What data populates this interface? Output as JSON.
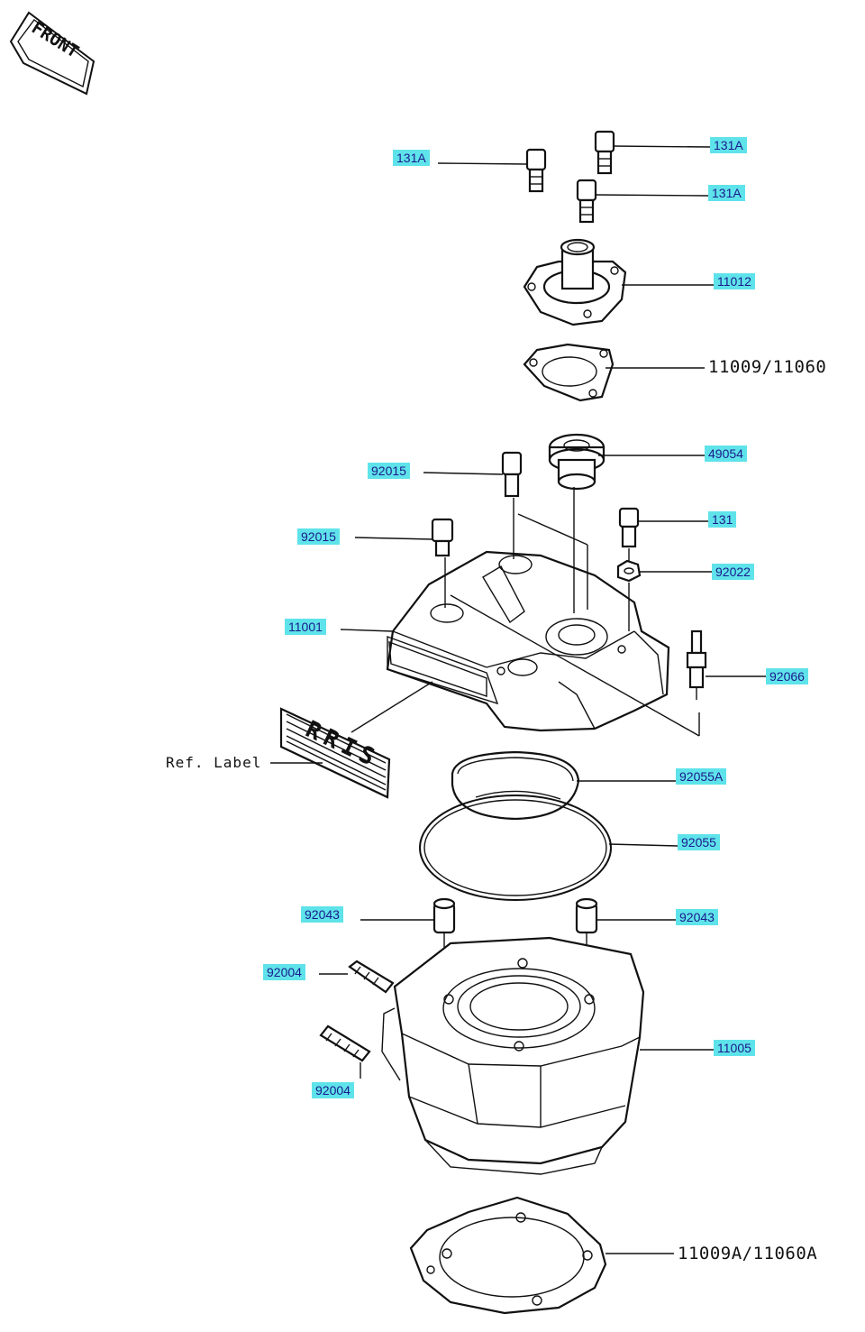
{
  "front_tag": "FRONT",
  "label_plate_text": "RRIS",
  "ref_label": "Ref. Label",
  "callouts": [
    {
      "id": "c1",
      "text": "131A"
    },
    {
      "id": "c2",
      "text": "131A"
    },
    {
      "id": "c3",
      "text": "131A"
    },
    {
      "id": "c4",
      "text": "11012"
    },
    {
      "id": "c5",
      "text": "49054"
    },
    {
      "id": "c6",
      "text": "92015"
    },
    {
      "id": "c7",
      "text": "131"
    },
    {
      "id": "c8",
      "text": "92015"
    },
    {
      "id": "c9",
      "text": "92022"
    },
    {
      "id": "c10",
      "text": "11001"
    },
    {
      "id": "c11",
      "text": "92066"
    },
    {
      "id": "c12",
      "text": "92055A"
    },
    {
      "id": "c13",
      "text": "92055"
    },
    {
      "id": "c14",
      "text": "92043"
    },
    {
      "id": "c15",
      "text": "92043"
    },
    {
      "id": "c16",
      "text": "92004"
    },
    {
      "id": "c17",
      "text": "11005"
    },
    {
      "id": "c18",
      "text": "92004"
    }
  ],
  "plain_labels": [
    {
      "id": "p1",
      "text": "11009/11060"
    },
    {
      "id": "p2",
      "text": "11009A/11060A"
    }
  ],
  "colors": {
    "callout_bg": "#5fe3ea",
    "callout_text": "#1a1a8c",
    "line": "#111111"
  }
}
